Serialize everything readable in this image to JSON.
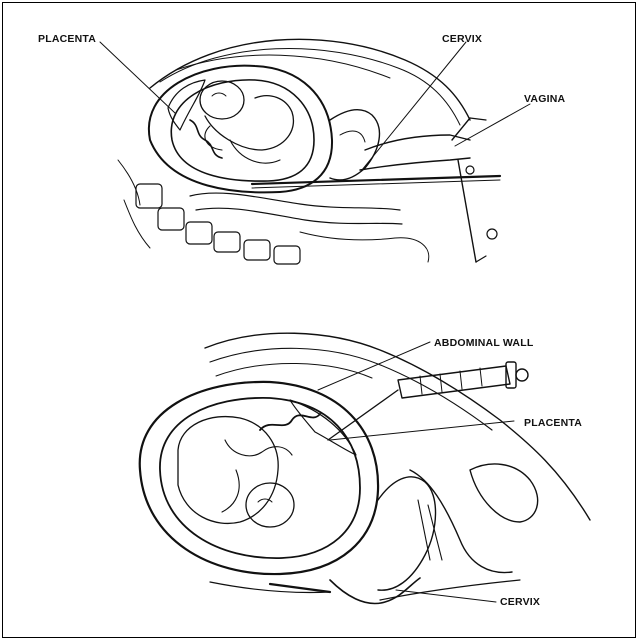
{
  "top_illustration": {
    "labels": {
      "placenta": "PLACENTA",
      "cervix": "CERVIX",
      "vagina": "VAGINA"
    }
  },
  "bottom_illustration": {
    "labels": {
      "abdominal_wall": "ABDOMINAL WALL",
      "placenta": "PLACENTA",
      "cervix": "CERVIX"
    }
  }
}
